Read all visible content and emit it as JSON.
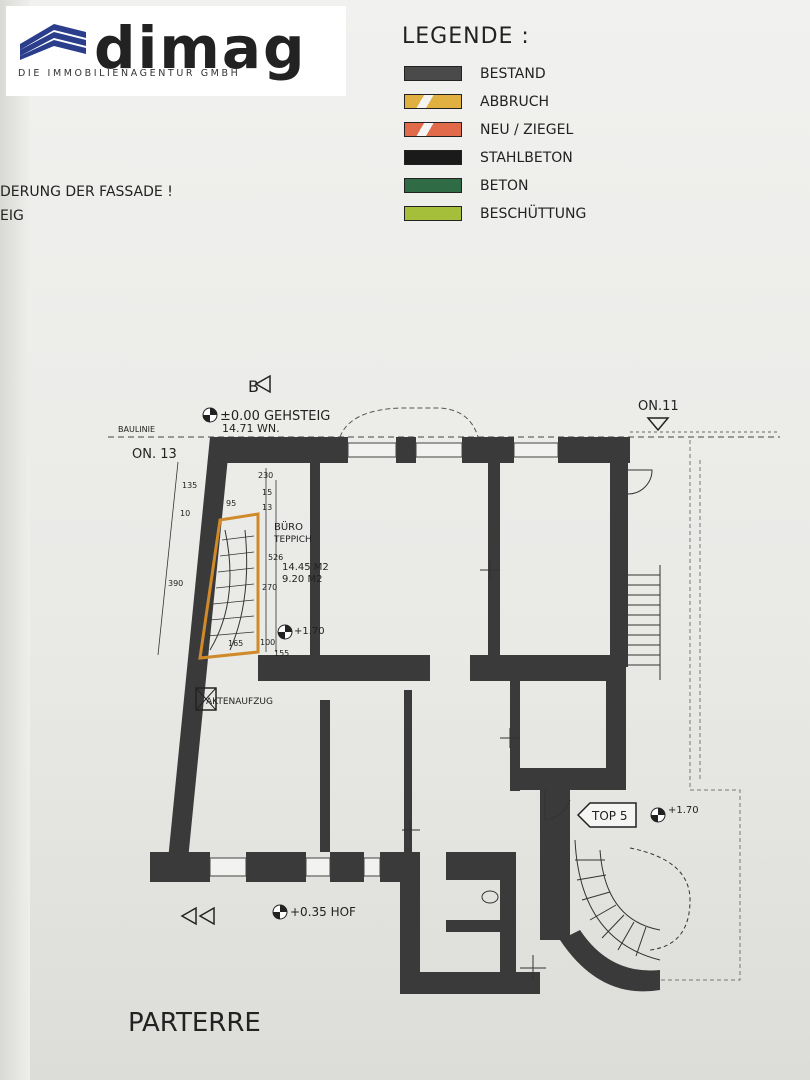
{
  "logo": {
    "brand": "dimag",
    "tagline": "DIE IMMOBILIENAGENTUR GMBH"
  },
  "legend": {
    "title": "LEGENDE :",
    "items": [
      {
        "label": "BESTAND",
        "color": "#4a4a4a"
      },
      {
        "label": "ABBRUCH",
        "color": "#e0b040"
      },
      {
        "label": "NEU / ZIEGEL",
        "color": "#e06a4a"
      },
      {
        "label": "STAHLBETON",
        "color": "#1a1a1a"
      },
      {
        "label": "BETON",
        "color": "#2f6b45"
      },
      {
        "label": "BESCHÜTTUNG",
        "color": "#a6bf3a"
      }
    ]
  },
  "notes": {
    "line1": "DERUNG DER FASSADE !",
    "line2": "EIG"
  },
  "plan": {
    "section_marker": "B",
    "level_street": "±0.00 GEHSTEIG",
    "level_street_sub": "14.71 WN.",
    "baulinie": "BAULINIE",
    "neighbor_left": "ON. 13",
    "neighbor_right": "ON.11",
    "office_label": "BÜRO",
    "office_floor": "TEPPICH",
    "area_1": "14.45 M2",
    "area_2": "9.20 M2",
    "level_stair": "+1.70",
    "level_right": "+1.70",
    "level_yard": "+0.35 HOF",
    "lift_label": "AKTENAUFZUG",
    "unit_tag": "TOP 5",
    "dims": {
      "d230": "230",
      "d135": "135",
      "d10": "10",
      "d390": "390",
      "d95": "95",
      "d15": "15",
      "d13": "13",
      "d526": "526",
      "d270": "270",
      "d155": "155",
      "d165": "165",
      "d100": "100"
    },
    "title": "PARTERRE"
  }
}
